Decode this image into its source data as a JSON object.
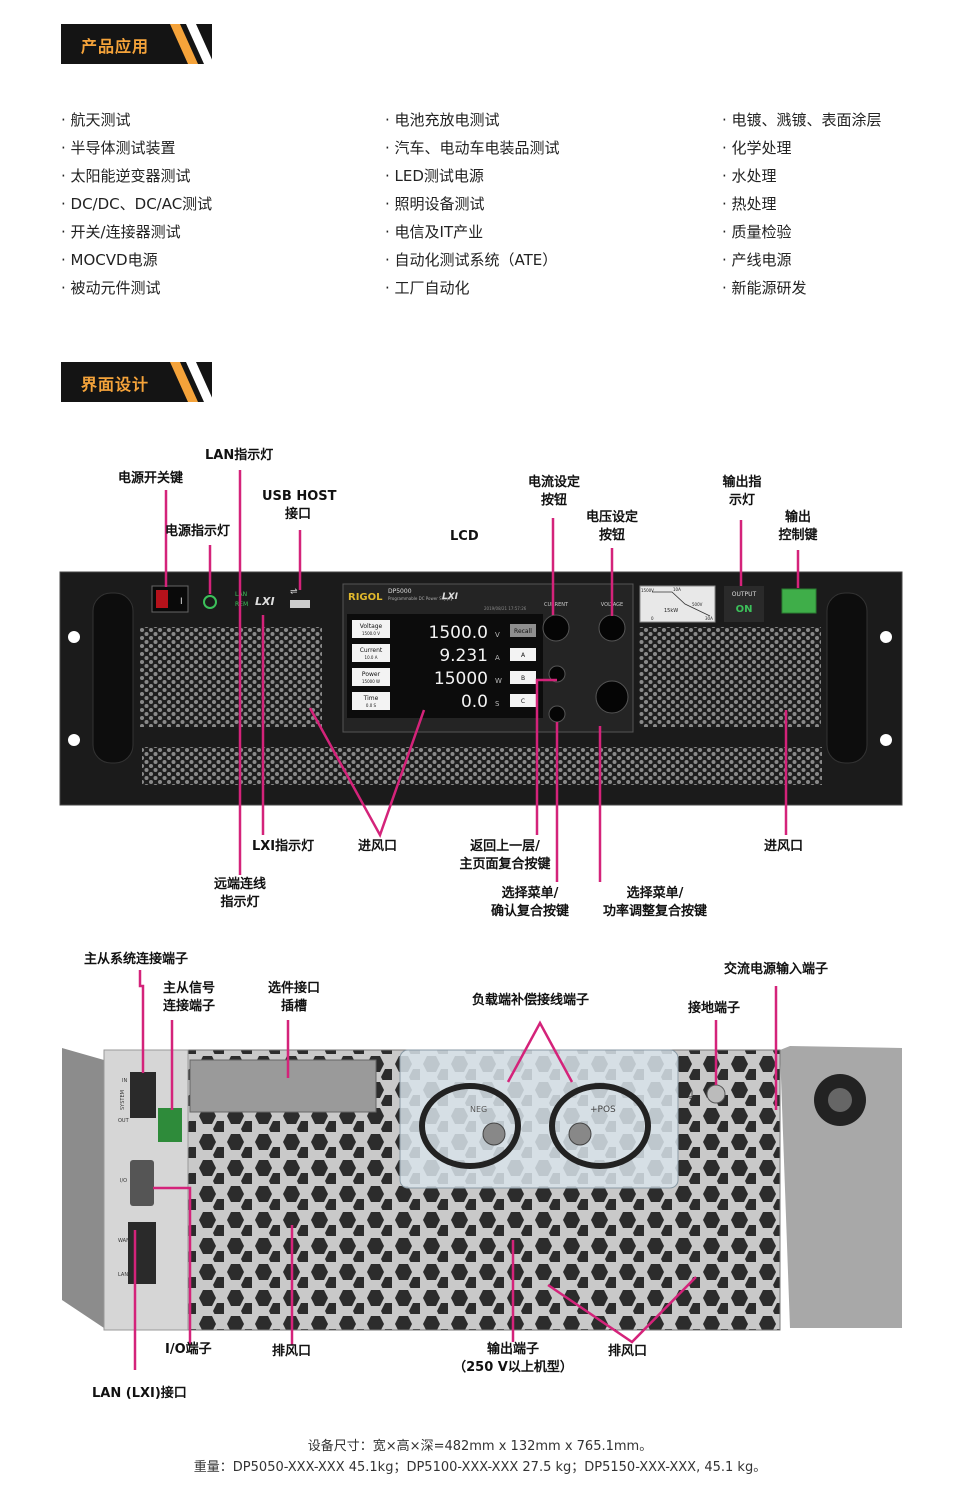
{
  "sections": {
    "applications_title": "产品应用",
    "interface_title": "界面设计"
  },
  "applications": {
    "col1": [
      "·  航天测试",
      "·  半导体测试装置",
      "·  太阳能逆变器测试",
      "·  DC/DC、DC/AC测试",
      "·  开关/连接器测试",
      "·  MOCVD电源",
      "·  被动元件测试"
    ],
    "col2": [
      "·  电池充放电测试",
      "·  汽车、电动车电装品测试",
      "·  LED测试电源",
      "·  照明设备测试",
      "·  电信及IT产业",
      "·  自动化测试系统（ATE）",
      "·  工厂自动化"
    ],
    "col3": [
      "·   电镀、溅镀、表面涂层",
      "·  化学处理",
      "·  水处理",
      "·  热处理",
      "·  质量检验",
      "·  产线电源",
      "·  新能源研发"
    ]
  },
  "front_labels": {
    "power_switch": "电源开关键",
    "lan_light": "LAN指示灯",
    "power_light": "电源指示灯",
    "usb_host_1": "USB HOST",
    "usb_host_2": "接口",
    "lcd": "LCD",
    "current_knob_1": "电流设定",
    "current_knob_2": "按钮",
    "voltage_knob_1": "电压设定",
    "voltage_knob_2": "按钮",
    "output_light_1": "输出指",
    "output_light_2": "示灯",
    "output_ctrl_1": "输出",
    "output_ctrl_2": "控制键",
    "lxi_light": "LXI指示灯",
    "intake_left": "进风口",
    "back_home_1": "返回上一层/",
    "back_home_2": "主页面复合按键",
    "intake_right": "进风口",
    "remote_1": "远端连线",
    "remote_2": "指示灯",
    "menu_ok_1": "选择菜单/",
    "menu_ok_2": "确认复合按键",
    "menu_power_1": "选择菜单/",
    "menu_power_2": "功率调整复合按键"
  },
  "front_panel": {
    "brand": "RIGOL",
    "model": "DP5000",
    "model_sub": "Programmable DC Power Supply",
    "lxi": "LXI",
    "date": "2019/08/21  17:57:26",
    "led_lan": "LAN",
    "led_rem": "REM",
    "knob_current": "CURRENT",
    "knob_voltage": "VOLTAGE",
    "output_label": "OUTPUT",
    "output_state": "ON",
    "screen": {
      "rows": [
        {
          "name": "Voltage",
          "set": "1500.0 V",
          "value": "1500.0",
          "unit": "V",
          "key": "Recall"
        },
        {
          "name": "Current",
          "set": "10.0 A",
          "value": "9.231",
          "unit": "A",
          "key": "A"
        },
        {
          "name": "Power",
          "set": "15000 W",
          "value": "15000",
          "unit": "W",
          "key": "B"
        },
        {
          "name": "Time",
          "set": "0.0 S",
          "value": "0.0",
          "unit": "S",
          "key": "C"
        }
      ]
    },
    "curve": {
      "v_max": "1500V",
      "i_max": "10A",
      "v_min": "500V",
      "i_min": "30A",
      "p_max": "15kW",
      "origin": "0"
    }
  },
  "rear_labels": {
    "master_slave_sys": "主从系统连接端子",
    "master_slave_sig_1": "主从信号",
    "master_slave_sig_2": "连接端子",
    "option_slot_1": "选件接口",
    "option_slot_2": "插槽",
    "sense": "负载端补偿接线端子",
    "ac_input": "交流电源输入端子",
    "ground": "接地端子",
    "io": "I/O端子",
    "exhaust_left": "排风口",
    "output_1": "输出端子",
    "output_2": "（250 V以上机型）",
    "exhaust_right": "排风口",
    "lan_lxi": "LAN (LXI)接口"
  },
  "rear_panel": {
    "system_in": "IN",
    "system_out": "OUT",
    "system": "SYSTEM",
    "io": "I/O",
    "wan": "WAN",
    "lan": "LAN",
    "pos": "+POS",
    "neg": "NEG"
  },
  "footer": {
    "line1": "设备尺寸：宽×高×深=482mm x 132mm x 765.1mm。",
    "line2": "重量：DP5050-XXX-XXX 45.1kg；DP5100-XXX-XXX 27.5 kg；DP5150-XXX-XXX, 45.1 kg。"
  },
  "colors": {
    "accent": "#f5a33a",
    "callout": "#d4237a",
    "badge_bg": "#141414"
  }
}
